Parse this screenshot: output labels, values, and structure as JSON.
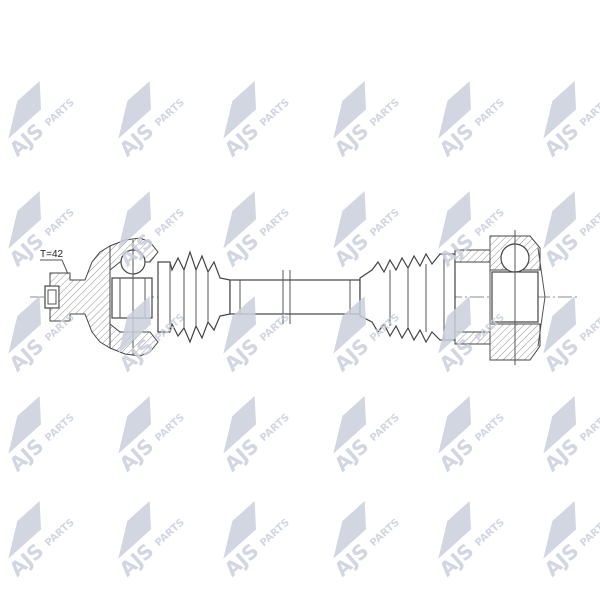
{
  "drawing": {
    "title": "Drive shaft technical drawing",
    "annotation": "T=42"
  },
  "watermark": {
    "brand": "AJS",
    "sub": "PARTS",
    "color": "#c9d0dc"
  },
  "colors": {
    "line": "#444444",
    "background": "#ffffff"
  }
}
